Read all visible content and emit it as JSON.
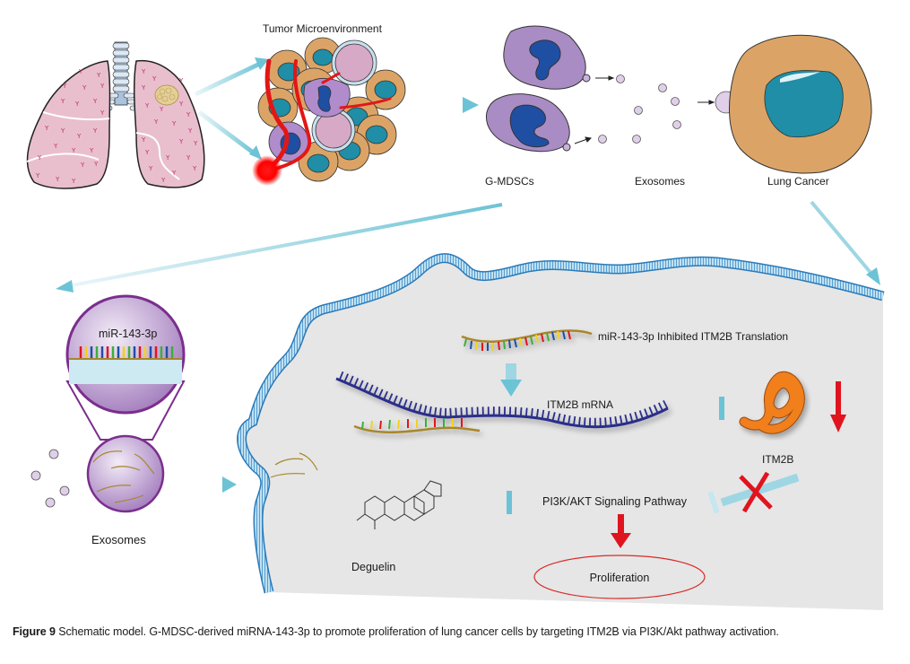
{
  "figure": {
    "top_row": {
      "tumor_microenvironment_label": "Tumor Microenvironment",
      "gmdscs_label": "G-MDSCs",
      "exosomes_label": "Exosomes",
      "lung_cancer_label": "Lung Cancer"
    },
    "left_panel": {
      "mirna_label": "miR-143-3p",
      "exosomes_label": "Exosomes"
    },
    "cell_panel": {
      "inhibition_label": "miR-143-3p Inhibited ITM2B Translation",
      "mrna_label": "ITM2B mRNA",
      "protein_label": "ITM2B",
      "pathway_label": "PI3K/AKT Signaling Pathway",
      "drug_label": "Deguelin",
      "outcome_label": "Proliferation"
    },
    "colors": {
      "arrow": "#6cc3d5",
      "membrane": "#2a7ab8",
      "cytoplasm": "#e6e6e6",
      "inhibit_red": "#e0141e",
      "mdsc_purple": "#a98cc4",
      "nucleus_blue": "#1f4fa3",
      "tumor_orange": "#dba466",
      "tumor_nucleus": "#1f8ea6",
      "protein_orange": "#f07f1f",
      "mrna_navy": "#2b2f8a",
      "mirna_backbone": "#a8862a"
    }
  },
  "caption": {
    "label": "Figure 9",
    "text": " Schematic model. G-MDSC-derived miRNA-143-3p to promote proliferation of lung cancer cells by targeting ITM2B via PI3K/Akt pathway activation."
  }
}
